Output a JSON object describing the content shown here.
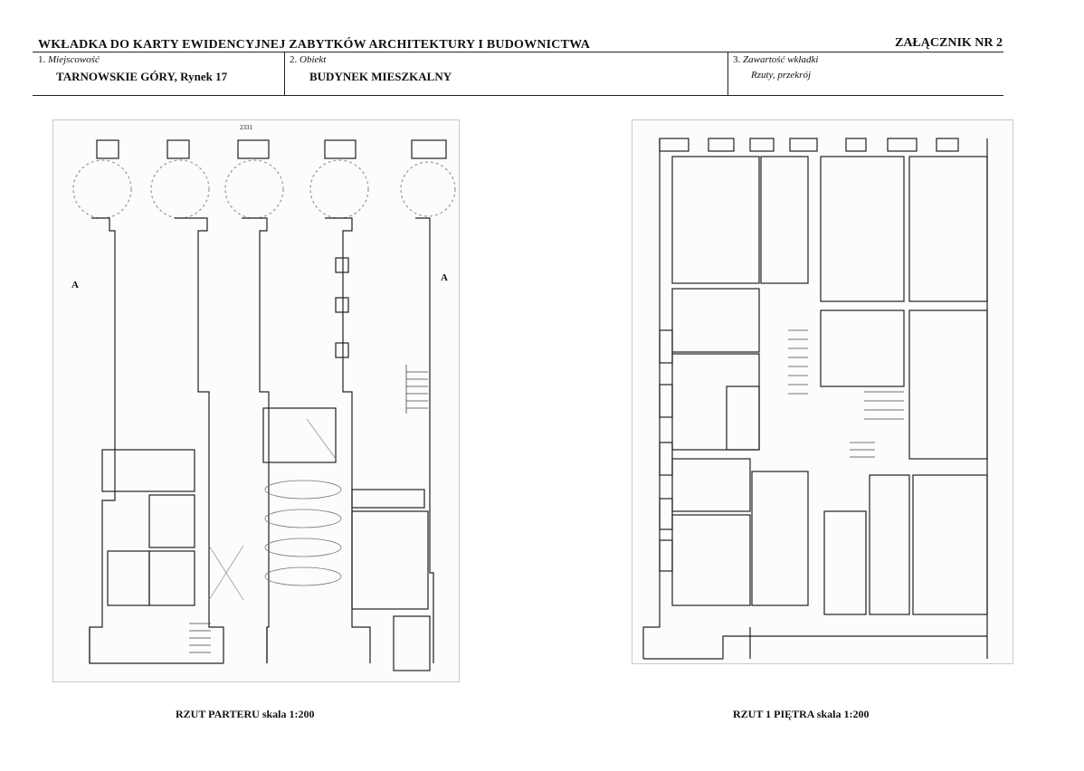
{
  "header": {
    "title": "WKŁADKA DO KARTY EWIDENCYJNEJ ZABYTKÓW ARCHITEKTURY I BUDOWNICTWA",
    "annex": "ZAŁĄCZNIK NR 2"
  },
  "fields": [
    {
      "number": "1.",
      "label": "Miejscowość",
      "value": "TARNOWSKIE GÓRY, Rynek 17"
    },
    {
      "number": "2.",
      "label": "Obiekt",
      "value": "BUDYNEK MIESZKALNY"
    },
    {
      "number": "3.",
      "label": "Zawartość wkładki",
      "value": "Rzuty, przekrój"
    }
  ],
  "plans": {
    "ground": {
      "caption": "RZUT PARTERU skala 1:200",
      "section_left": "A",
      "section_right": "A",
      "annotation": "2331"
    },
    "first": {
      "caption": "RZUT 1 PIĘTRA skala 1:200"
    }
  }
}
